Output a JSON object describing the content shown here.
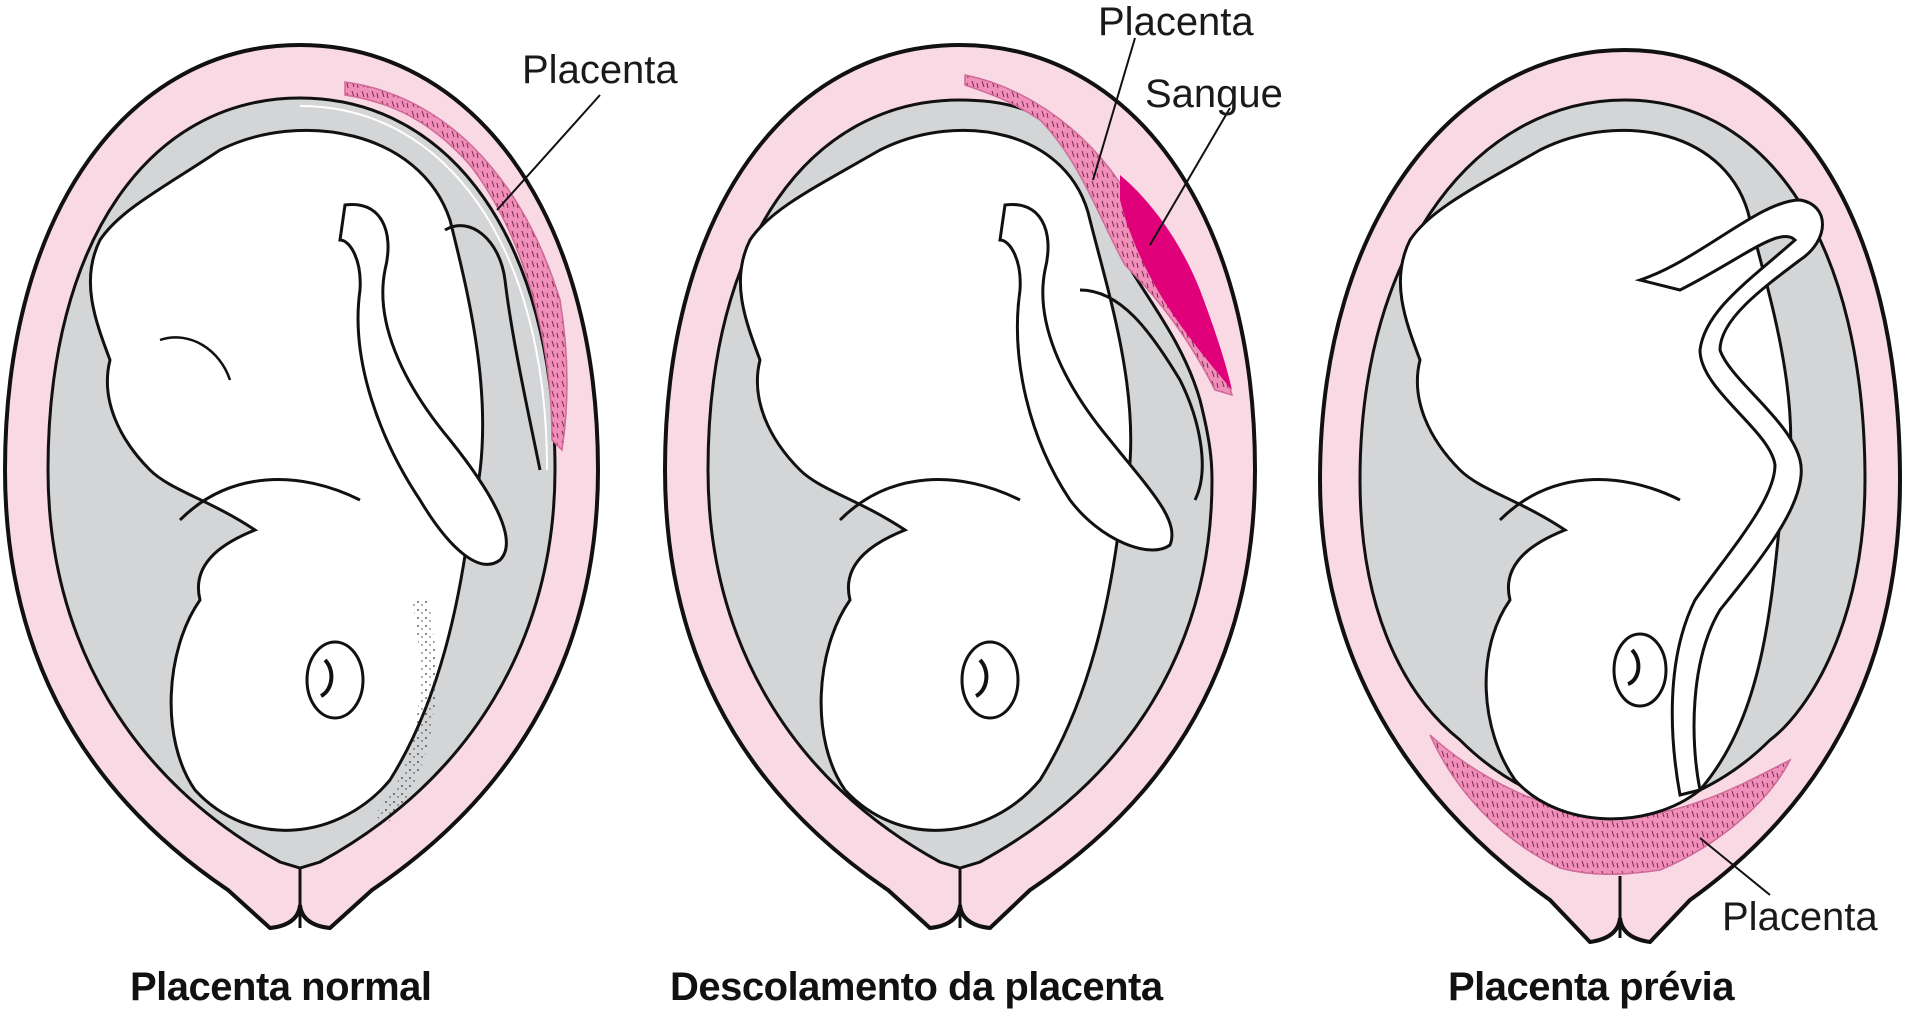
{
  "panels": [
    {
      "id": "normal",
      "caption": "Placenta normal",
      "labels": [
        {
          "text": "Placenta"
        }
      ]
    },
    {
      "id": "abruption",
      "caption": "Descolamento da placenta",
      "labels": [
        {
          "text": "Placenta"
        },
        {
          "text": "Sangue"
        }
      ]
    },
    {
      "id": "previa",
      "caption": "Placenta prévia",
      "labels": [
        {
          "text": "Placenta"
        }
      ]
    }
  ],
  "colors": {
    "uterine_wall": "#f9d9e4",
    "amniotic_fluid": "#d4d5d7",
    "placenta": "#ef8fba",
    "blood": "#e0007a",
    "outline": "#111111",
    "fetus": "#ffffff"
  }
}
